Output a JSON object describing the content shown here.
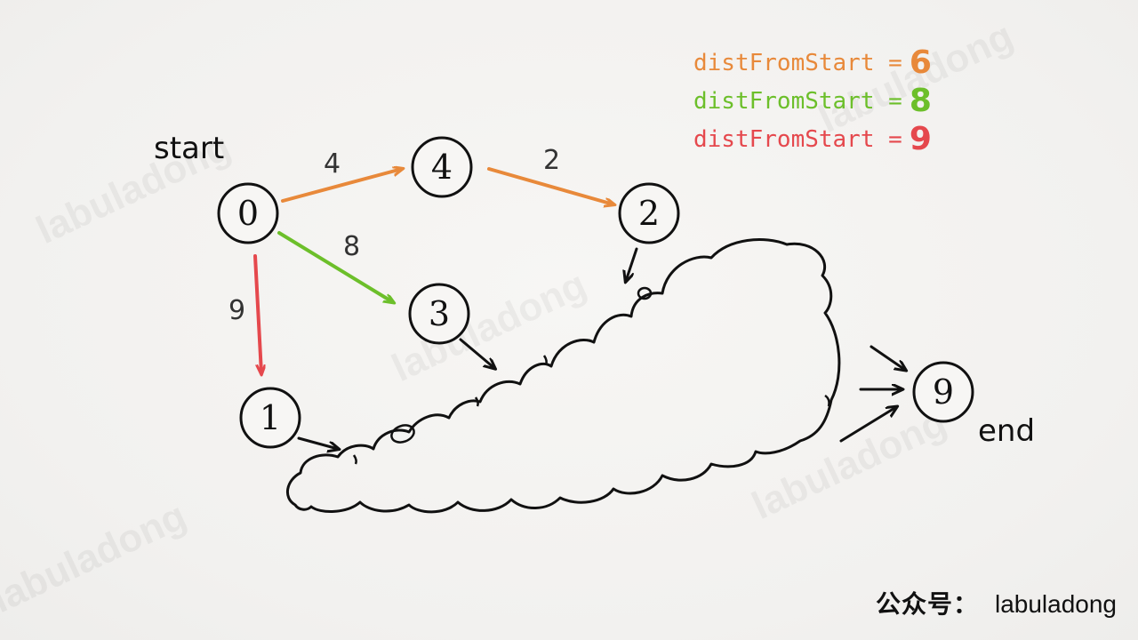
{
  "legend": [
    {
      "label": "distFromStart =",
      "value": "6",
      "color": "#e8893a"
    },
    {
      "label": "distFromStart =",
      "value": "8",
      "color": "#6cbf2a"
    },
    {
      "label": "distFromStart =",
      "value": "9",
      "color": "#e5484d"
    }
  ],
  "labels": {
    "start": "start",
    "end": "end"
  },
  "nodes": [
    {
      "id": "0",
      "label": "0"
    },
    {
      "id": "4",
      "label": "4"
    },
    {
      "id": "2",
      "label": "2"
    },
    {
      "id": "3",
      "label": "3"
    },
    {
      "id": "1",
      "label": "1"
    },
    {
      "id": "9",
      "label": "9"
    }
  ],
  "edges": [
    {
      "from": "0",
      "to": "4",
      "weight": "4",
      "color": "#e8893a"
    },
    {
      "from": "4",
      "to": "2",
      "weight": "2",
      "color": "#e8893a"
    },
    {
      "from": "0",
      "to": "3",
      "weight": "8",
      "color": "#6cbf2a"
    },
    {
      "from": "0",
      "to": "1",
      "weight": "9",
      "color": "#e5484d"
    }
  ],
  "watermark": "labuladong",
  "brand": {
    "prefix": "公众号：",
    "name": "labuladong"
  }
}
